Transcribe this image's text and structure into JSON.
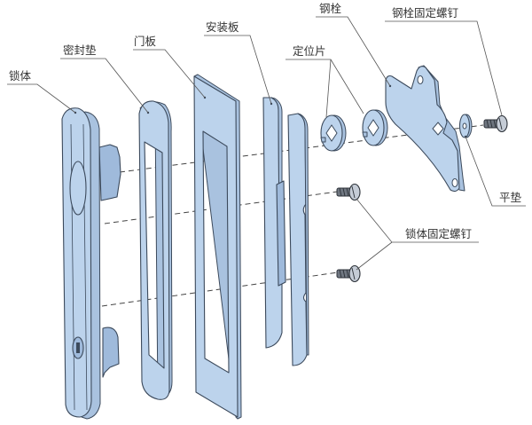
{
  "diagram": {
    "type": "exploded-view",
    "subject": "panel lock assembly",
    "colors": {
      "part_fill": "#bcd3ec",
      "part_stroke": "#3c4a5c",
      "screw": "#6f7680",
      "text": "#333333",
      "background": "#ffffff"
    },
    "labels": {
      "lock_body": "锁体",
      "seal_gasket": "密封垫",
      "door_panel": "门板",
      "mounting_plate": "安装板",
      "locating_pieces": "定位片",
      "steel_latch": "钢栓",
      "latch_screw": "钢栓固定螺钉",
      "flat_washer": "平垫",
      "body_screws": "锁体固定螺钉"
    },
    "parts_order_left_to_right": [
      "锁体",
      "密封垫",
      "门板",
      "安装板",
      "定位片",
      "钢栓",
      "平垫",
      "钢栓固定螺钉"
    ]
  }
}
